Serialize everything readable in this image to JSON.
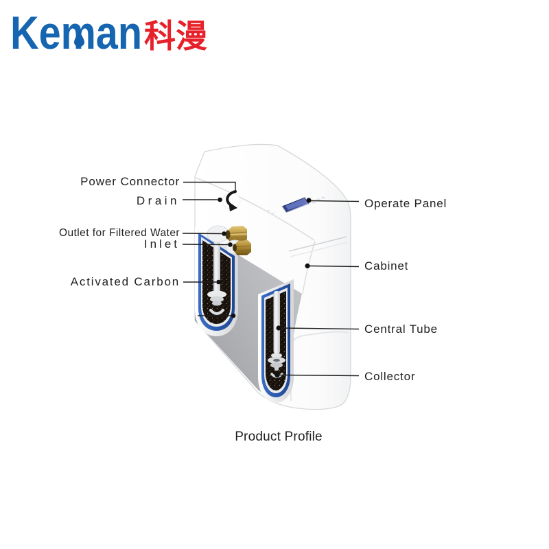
{
  "logo": {
    "latin": "Keman",
    "cjk": "科漫",
    "latin_color": "#1565b0",
    "cjk_color": "#e62129"
  },
  "labels": {
    "left": [
      {
        "id": "power-connector",
        "text": "Power Connector"
      },
      {
        "id": "drain",
        "text": "Drain"
      },
      {
        "id": "outlet-filtered-water",
        "text": "Outlet for Filtered Water"
      },
      {
        "id": "inlet",
        "text": "Inlet"
      },
      {
        "id": "activated-carbon",
        "text": "Activated Carbon"
      }
    ],
    "right": [
      {
        "id": "operate-panel",
        "text": "Operate Panel"
      },
      {
        "id": "cabinet",
        "text": "Cabinet"
      },
      {
        "id": "central-tube",
        "text": "Central Tube"
      },
      {
        "id": "collector",
        "text": "Collector"
      }
    ]
  },
  "caption": "Product Profile",
  "icons": {
    "water_drop": "water-drop-icon",
    "drain_hook": "curved-cord-arrow-icon"
  },
  "colors": {
    "label_text": "#202020",
    "leader_line": "#1f1f1f",
    "tank_ring_blue": "#2b5cb8",
    "display_blue": "#3a478f",
    "brass": "#b8953f",
    "interior_gray": "#b4b5b8",
    "cabinet_white": "#fbfbfc"
  }
}
